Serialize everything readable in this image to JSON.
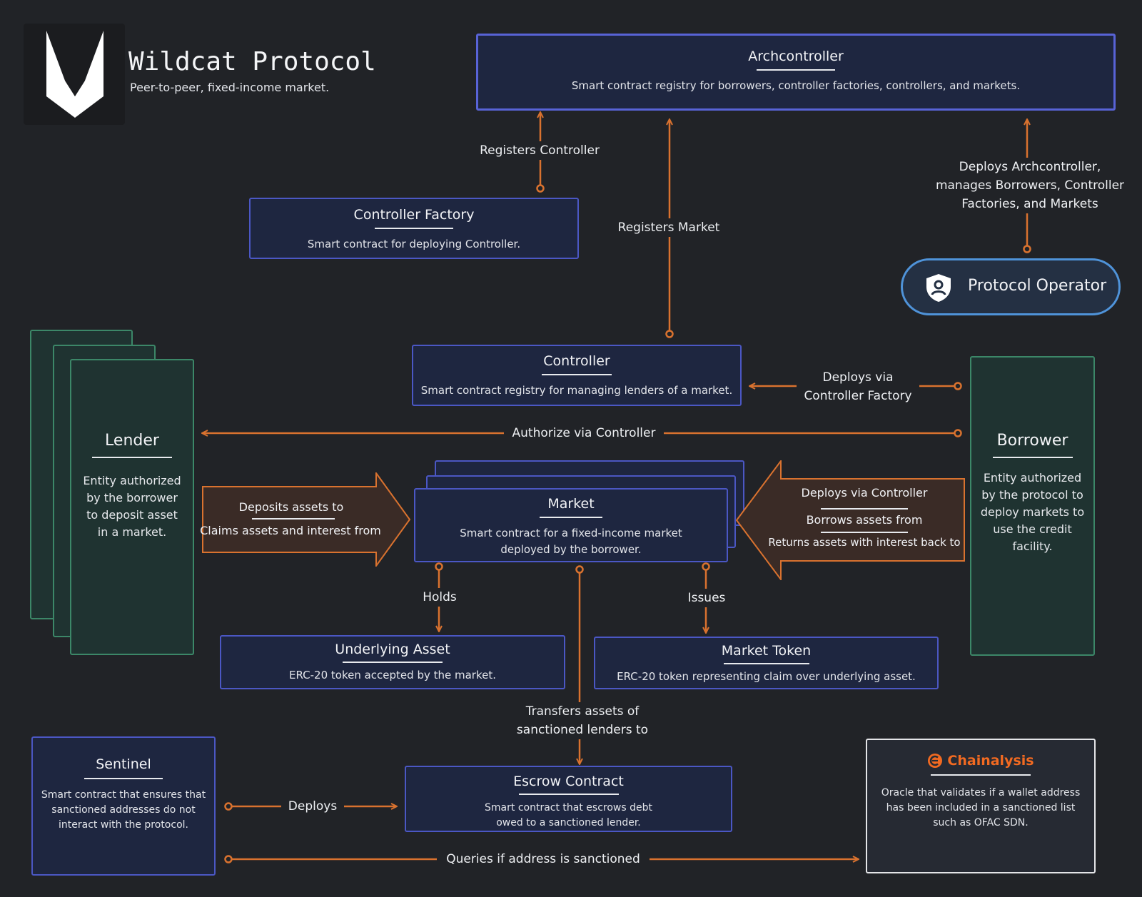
{
  "header": {
    "title": "Wildcat Protocol",
    "subtitle": "Peer-to-peer, fixed-income market."
  },
  "nodes": {
    "archcontroller": {
      "title": "Archcontroller",
      "desc": "Smart contract registry for borrowers, controller factories, controllers, and markets."
    },
    "controller_factory": {
      "title": "Controller Factory",
      "desc": "Smart contract for deploying Controller."
    },
    "protocol_operator": {
      "title": "Protocol Operator"
    },
    "controller": {
      "title": "Controller",
      "desc": "Smart contract registry for managing lenders of a market."
    },
    "lender": {
      "title": "Lender",
      "desc": "Entity authorized by the borrower to deposit asset in a market."
    },
    "borrower": {
      "title": "Borrower",
      "desc": "Entity authorized by the protocol to deploy markets to use the credit facility."
    },
    "market": {
      "title": "Market",
      "desc": "Smart contract for a fixed-income market deployed by the borrower."
    },
    "underlying_asset": {
      "title": "Underlying Asset",
      "desc": "ERC-20 token accepted by the market."
    },
    "market_token": {
      "title": "Market Token",
      "desc": "ERC-20 token representing claim over underlying asset."
    },
    "sentinel": {
      "title": "Sentinel",
      "desc": "Smart contract that ensures that sanctioned addresses do not interact with the protocol."
    },
    "escrow": {
      "title": "Escrow Contract",
      "desc": "Smart contract that escrows debt owed to a sanctioned lender."
    },
    "chainalysis": {
      "title": "Chainalysis",
      "desc": "Oracle that  validates if a wallet address has been included in a sanctioned list such as OFAC SDN."
    }
  },
  "edges": {
    "registers_controller": "Registers Controller",
    "registers_market": "Registers Market",
    "deploys_archcontroller": "Deploys Archcontroller, manages Borrowers, Controller Factories, and Markets",
    "deploys_via_factory": "Deploys via Controller Factory",
    "authorize_via_controller": "Authorize via Controller",
    "lender_arrow": [
      "Deposits assets to",
      "Claims assets and interest from"
    ],
    "borrower_arrow": [
      "Deploys via Controller",
      "Borrows assets from",
      "Returns assets with interest back to"
    ],
    "holds": "Holds",
    "issues": "Issues",
    "transfers": "Transfers assets of sanctioned lenders to",
    "deploys": "Deploys",
    "queries": "Queries if address is sanctioned"
  },
  "colors": {
    "background": "#212327",
    "contract_fill": "#1e2640",
    "contract_border": "#4b57c4",
    "entity_fill": "#1f3331",
    "entity_border": "#3c8768",
    "edge": "#d9722f",
    "brand_orange": "#f26a21"
  },
  "icons": [
    "wildcat-logo-icon",
    "shield-user-icon",
    "chainalysis-logo-icon"
  ]
}
